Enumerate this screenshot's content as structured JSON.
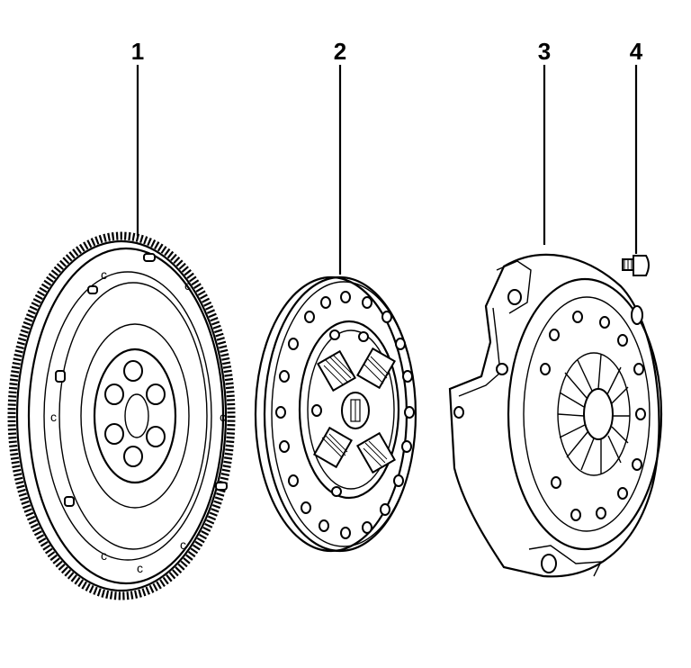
{
  "diagram": {
    "parts": [
      {
        "callout": "1",
        "name": "flywheel"
      },
      {
        "callout": "2",
        "name": "clutch disc"
      },
      {
        "callout": "3",
        "name": "pressure plate"
      },
      {
        "callout": "4",
        "name": "bolt"
      }
    ]
  },
  "colors": {
    "ink": "#000000",
    "background": "#ffffff"
  }
}
